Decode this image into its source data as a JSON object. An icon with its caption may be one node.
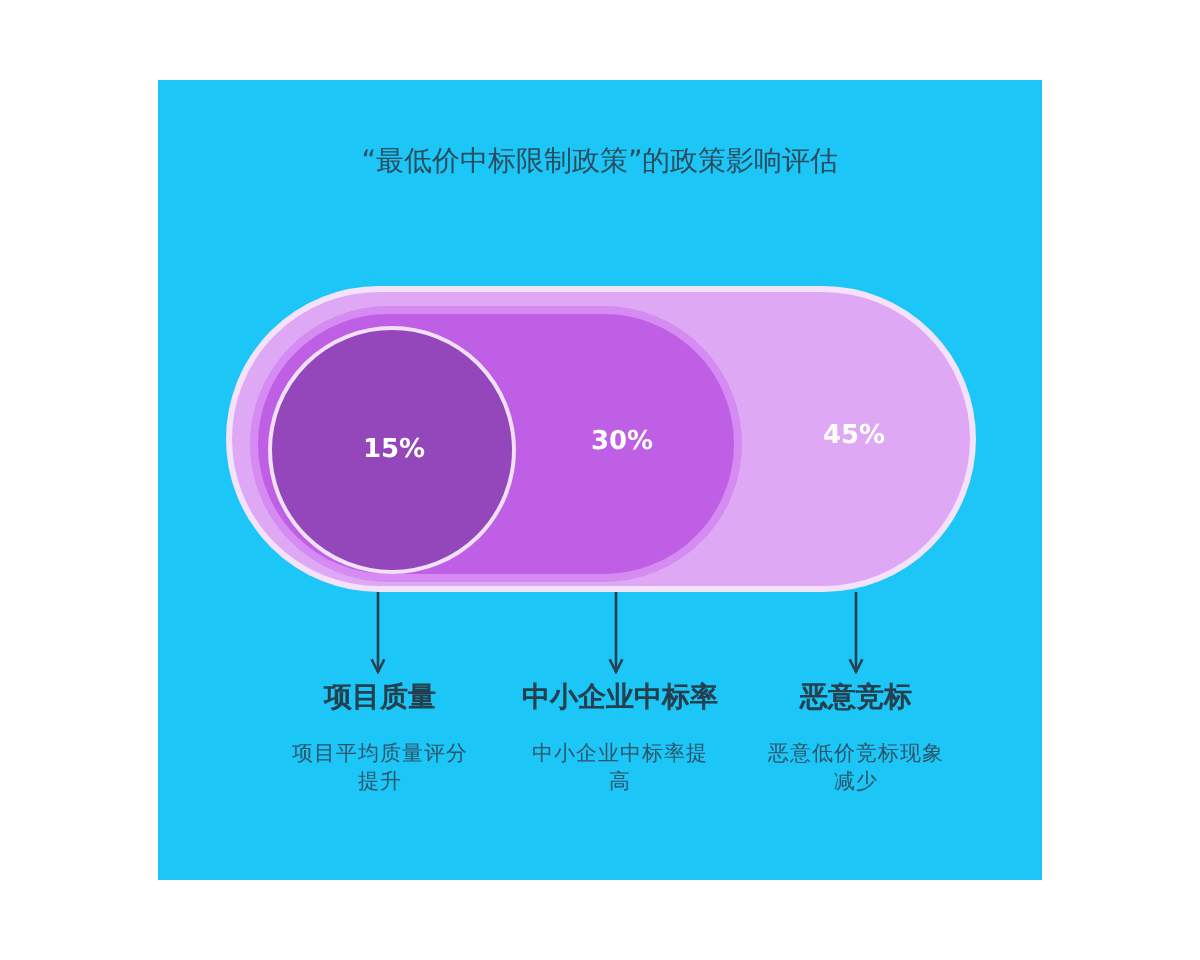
{
  "diagram": {
    "title": "“最低价中标限制政策”的政策影响评估",
    "nodes": [
      {
        "text": [
          "45%"
        ]
      },
      {
        "text": [
          "30%"
        ],
        "in": 0
      },
      {
        "text": [
          "15%"
        ],
        "in": 1
      },
      {
        "text": [
          "项目质量",
          "项目平均质量评分提升"
        ]
      },
      {
        "text": [
          "中小企业中标率",
          "中小企业中标率提高"
        ]
      },
      {
        "text": [
          "恶意竞标",
          "恶意低价竞标现象减少"
        ]
      }
    ],
    "edges": [
      {
        "from": 2,
        "to": 3,
        "arrow": "to"
      },
      {
        "from": 1,
        "to": 4,
        "arrow": "to"
      },
      {
        "from": 0,
        "to": 5,
        "arrow": "to"
      }
    ]
  }
}
